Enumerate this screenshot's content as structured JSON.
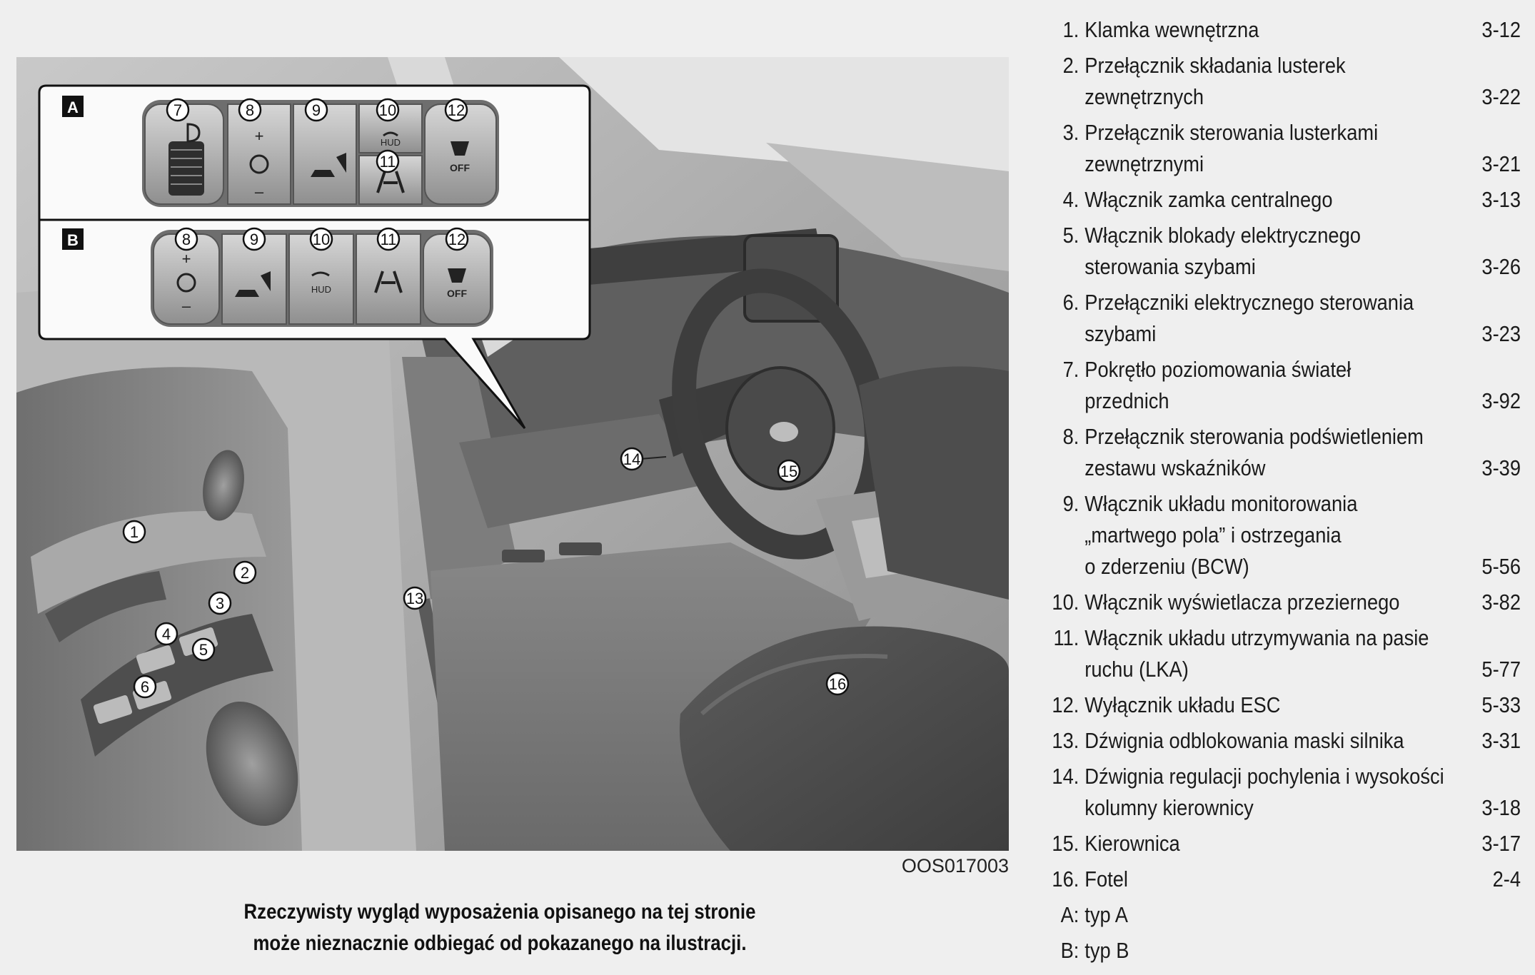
{
  "figure": {
    "code": "OOS017003",
    "callouts": [
      "1",
      "2",
      "3",
      "4",
      "5",
      "6",
      "13",
      "14",
      "15",
      "16"
    ],
    "panel_a": {
      "label": "A",
      "numbers": [
        "7",
        "8",
        "9",
        "10",
        "11",
        "12"
      ],
      "button_texts": [
        "+",
        "–",
        "HUD",
        "OFF"
      ]
    },
    "panel_b": {
      "label": "B",
      "numbers": [
        "8",
        "9",
        "10",
        "11",
        "12"
      ],
      "button_texts": [
        "+",
        "–",
        "HUD",
        "OFF"
      ]
    }
  },
  "caption": {
    "line1": "Rzeczywisty wygląd wyposażenia opisanego na tej stronie",
    "line2": "może nieznacznie odbiegać od pokazanego na ilustracji."
  },
  "legend": [
    {
      "num": "1.",
      "text": "Klamka wewnętrzna",
      "page": "3-12"
    },
    {
      "num": "2.",
      "text": "Przełącznik składania lusterek\nzewnętrznych",
      "page": "3-22"
    },
    {
      "num": "3.",
      "text": "Przełącznik sterowania lusterkami\nzewnętrznymi",
      "page": "3-21"
    },
    {
      "num": "4.",
      "text": "Włącznik zamka centralnego",
      "page": "3-13"
    },
    {
      "num": "5.",
      "text": "Włącznik blokady elektrycznego\nsterowania szybami",
      "page": "3-26"
    },
    {
      "num": "6.",
      "text": "Przełączniki elektrycznego sterowania\nszybami",
      "page": "3-23"
    },
    {
      "num": "7.",
      "text": "Pokrętło poziomowania świateł\nprzednich",
      "page": "3-92"
    },
    {
      "num": "8.",
      "text": "Przełącznik sterowania podświetleniem\nzestawu wskaźników",
      "page": "3-39"
    },
    {
      "num": "9.",
      "text": "Włącznik układu monitorowania\n„martwego pola” i ostrzegania\no zderzeniu (BCW)",
      "page": "5-56"
    },
    {
      "num": "10.",
      "text": "Włącznik wyświetlacza przeziernego",
      "page": "3-82"
    },
    {
      "num": "11.",
      "text": "Włącznik układu utrzymywania na pasie\nruchu (LKA)",
      "page": "5-77"
    },
    {
      "num": "12.",
      "text": "Wyłącznik układu ESC",
      "page": "5-33"
    },
    {
      "num": "13.",
      "text": "Dźwignia odblokowania maski silnika",
      "page": "3-31"
    },
    {
      "num": "14.",
      "text": "Dźwignia regulacji pochylenia i wysokości\nkolumny kierownicy",
      "page": "3-18"
    },
    {
      "num": "15.",
      "text": "Kierownica",
      "page": "3-17"
    },
    {
      "num": "16.",
      "text": "Fotel",
      "page": "2-4"
    },
    {
      "num": "A:",
      "text": "typ A",
      "page": ""
    },
    {
      "num": "B:",
      "text": "typ B",
      "page": ""
    }
  ]
}
